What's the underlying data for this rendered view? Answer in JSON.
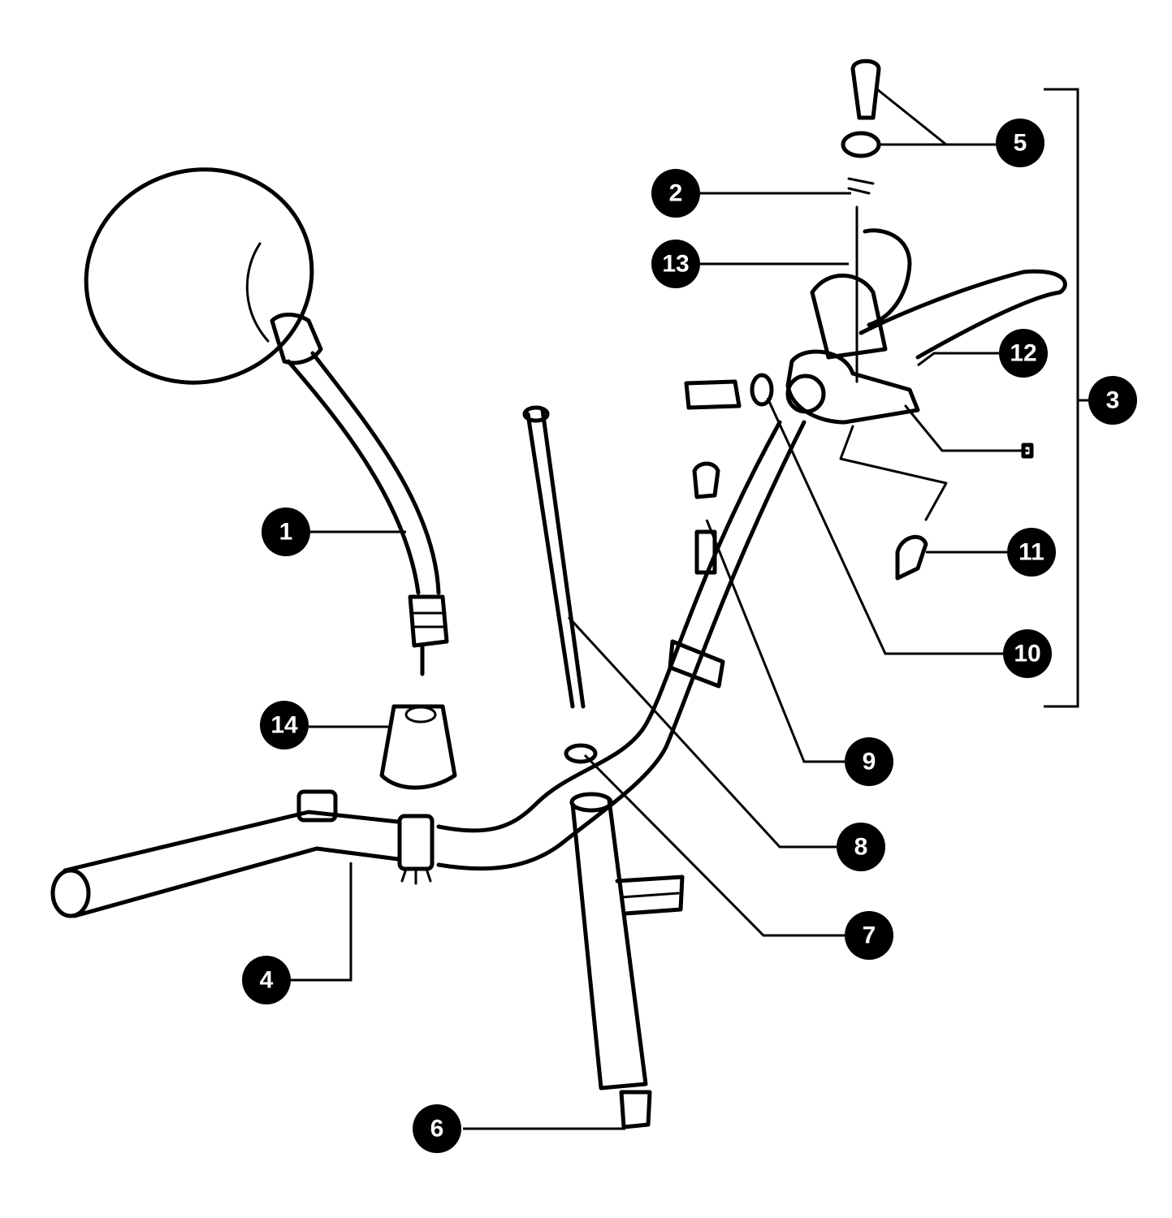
{
  "diagram": {
    "colors": {
      "line": "#000000",
      "callout_fill": "#000000",
      "callout_text": "#ffffff",
      "background": "#ffffff"
    },
    "callouts": [
      {
        "id": "1",
        "label": "1"
      },
      {
        "id": "2",
        "label": "2"
      },
      {
        "id": "3",
        "label": "3"
      },
      {
        "id": "4",
        "label": "4"
      },
      {
        "id": "5",
        "label": "5"
      },
      {
        "id": "6",
        "label": "6"
      },
      {
        "id": "7",
        "label": "7"
      },
      {
        "id": "8",
        "label": "8"
      },
      {
        "id": "9",
        "label": "9"
      },
      {
        "id": "10",
        "label": "10"
      },
      {
        "id": "11",
        "label": "11"
      },
      {
        "id": "12",
        "label": "12"
      },
      {
        "id": "13",
        "label": "13"
      },
      {
        "id": "14",
        "label": "14"
      }
    ]
  }
}
